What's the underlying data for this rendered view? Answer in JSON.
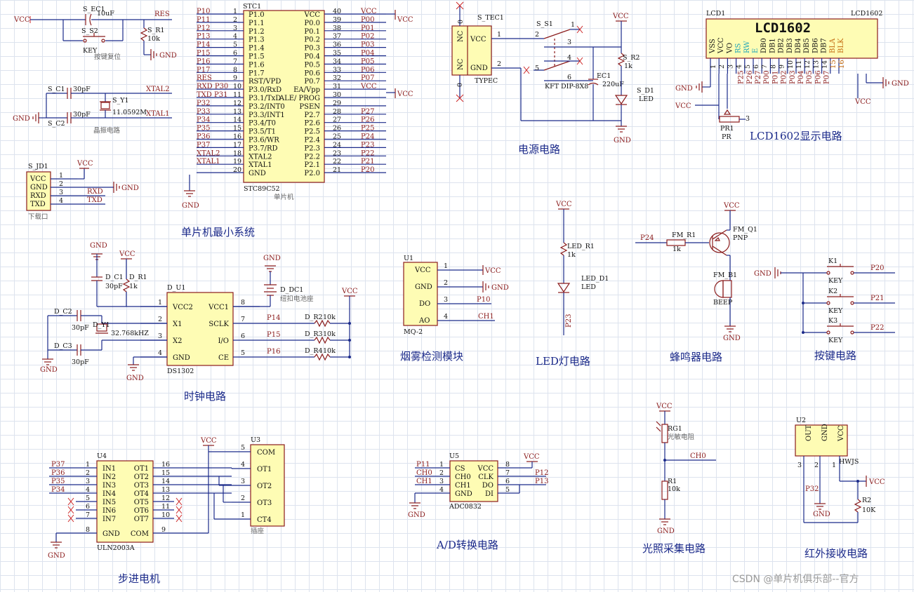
{
  "watermark": "CSDN @单片机俱乐部--官方",
  "titles": {
    "mcu_min": "单片机最小系统",
    "power": "电源电路",
    "lcd": "LCD1602显示电路",
    "clock": "时钟电路",
    "smoke": "烟雾检测模块",
    "led": "LED灯电路",
    "buzzer": "蜂鸣器电路",
    "keys": "按键电路",
    "stepper": "步进电机",
    "adc": "A/D转换电路",
    "light": "光照采集电路",
    "ir": "红外接收电路"
  },
  "reset": {
    "cap": "S_EC1",
    "cap_val": "10uF",
    "res": "S_R1",
    "res_val": "10k",
    "sw": "S_S2",
    "sw_lbl": "KEY",
    "note": "按键复位",
    "net": "RES",
    "vcc": "VCC",
    "gnd": "GND"
  },
  "crystal": {
    "c1": "S_C1",
    "c1_val": "30pF",
    "c2": "S_C2",
    "c2_val": "30pF",
    "y": "S_Y1",
    "y_val": "11.0592M",
    "n1": "XTAL2",
    "n2": "XTAL1",
    "note": "晶振电路",
    "gnd": "GND"
  },
  "header": {
    "ref": "S_JD1",
    "pins": [
      "VCC",
      "GND",
      "RXD",
      "TXD"
    ],
    "nums": [
      "1",
      "2",
      "3",
      "4"
    ],
    "nets": [
      "RXD",
      "TXD"
    ],
    "vcc": "VCC",
    "gnd": "GND",
    "note": "下载口"
  },
  "mcu": {
    "ref": "STC1",
    "part": "STC89C52",
    "note": "单片机",
    "left_pins": [
      "P1.0",
      "P1.1",
      "P1.2",
      "P1.3",
      "P1.4",
      "P1.5",
      "P1.6",
      "P1.7",
      "RST/VPD",
      "P3.0/RxD",
      "P3.1/TxD",
      "P3.2/INT0",
      "P3.3/INT1",
      "P3.4/T0",
      "P3.5/T1",
      "P3.6/WR",
      "P3.7/RD",
      "XTAL2",
      "XTAL1",
      "GND"
    ],
    "left_nums": [
      "1",
      "2",
      "3",
      "4",
      "5",
      "6",
      "7",
      "8",
      "9",
      "10",
      "11",
      "12",
      "13",
      "14",
      "15",
      "16",
      "17",
      "18",
      "19",
      "20"
    ],
    "left_nets": [
      "P10",
      "P11",
      "P12",
      "P13",
      "P14",
      "P15",
      "P16",
      "P17",
      "RES",
      "RXD P30",
      "TXD P31",
      "P32",
      "P33",
      "P34",
      "P35",
      "P36",
      "P37",
      "XTAL2",
      "XTAL1",
      ""
    ],
    "right_pins": [
      "VCC",
      "P0.0",
      "P0.1",
      "P0.2",
      "P0.3",
      "P0.4",
      "P0.5",
      "P0.6",
      "P0.7",
      "EA/Vpp",
      "ALE/ PROG",
      "PSEN",
      "P2.7",
      "P2.6",
      "P2.5",
      "P2.4",
      "P2.3",
      "P2.2",
      "P2.1",
      "P2.0"
    ],
    "right_nums": [
      "40",
      "39",
      "38",
      "37",
      "36",
      "35",
      "34",
      "33",
      "32",
      "31",
      "30",
      "29",
      "28",
      "27",
      "26",
      "25",
      "24",
      "23",
      "22",
      "21"
    ],
    "right_nets": [
      "VCC",
      "P00",
      "P01",
      "P02",
      "P03",
      "P04",
      "P05",
      "P06",
      "P07",
      "VCC",
      "",
      "",
      "P27",
      "P26",
      "P25",
      "P24",
      "P23",
      "P22",
      "P21",
      "P20"
    ],
    "gnd": "GND"
  },
  "power": {
    "conn": "S_TEC1",
    "conn_type": "TYPEC",
    "pin_vcc": "VCC",
    "pin_gnd": "GND",
    "nc": "NC",
    "zero": "0",
    "one": "1",
    "two": "2",
    "sw": "S_S1",
    "sw_nums": [
      "1",
      "2",
      "3",
      "4",
      "5",
      "6"
    ],
    "sw_part": "KFT DIP-8X8",
    "cap": "EC1",
    "cap_val": "220uF",
    "res": "S_R2",
    "res_val": "1k",
    "led": "S_D1",
    "led_lbl": "LED",
    "vcc": "VCC",
    "gnd": "GND"
  },
  "lcd": {
    "ref": "LCD1",
    "part": "LCD1602",
    "title_box": "LCD1602",
    "pins": [
      "VSS",
      "VCC",
      "VO",
      "RS",
      "RW",
      "E",
      "DB0",
      "DB1",
      "DB2",
      "DB3",
      "DB4",
      "DB5",
      "DB6",
      "DB7",
      "BLA",
      "BLK"
    ],
    "nums": [
      "1",
      "2",
      "3",
      "4",
      "5",
      "6",
      "7",
      "8",
      "9",
      "10",
      "11",
      "12",
      "13",
      "14",
      "15",
      "16"
    ],
    "nets": [
      "P25",
      "P26",
      "P27",
      "P00",
      "P01",
      "P02",
      "P03",
      "P04",
      "P05",
      "P06",
      "P07"
    ],
    "pot": "PR1",
    "pot_lbl": "PR",
    "gnd": "GND",
    "vcc": "VCC",
    "gnd2": "GND",
    "vcc2": "VCC"
  },
  "clock": {
    "c1": "D_C1",
    "c1_val": "30pF",
    "r1": "D_R1",
    "r1_val": "1k",
    "c2": "D_C2",
    "c2_val": "30pF",
    "c3": "D_C3",
    "c3_val": "30pF",
    "y": "D_Y1",
    "y_val": "32.768kHZ",
    "u": "D_U1",
    "part": "DS1302",
    "bat": "D_DC1",
    "bat_note": "纽扣电池座",
    "pins_l": [
      "VCC2",
      "X1",
      "X2",
      "GND"
    ],
    "nums_l": [
      "1",
      "2",
      "3",
      "4"
    ],
    "pins_r": [
      "VCC1",
      "SCLK",
      "I/O",
      "CE"
    ],
    "nums_r": [
      "8",
      "7",
      "6",
      "5"
    ],
    "nets": [
      "P14",
      "P15",
      "P16"
    ],
    "rs": [
      "D_R2",
      "D_R3",
      "D_R4"
    ],
    "r_val": "10k",
    "vcc": "VCC",
    "gnd": "GND"
  },
  "smoke": {
    "ref": "U1",
    "part": "MQ-2",
    "pins": [
      "VCC",
      "GND",
      "DO",
      "AO"
    ],
    "nums": [
      "1",
      "2",
      "3",
      "4"
    ],
    "nets": [
      "VCC",
      "GND",
      "P10",
      "CH1"
    ]
  },
  "led": {
    "r": "LED_R1",
    "r_val": "1k",
    "d": "LED_D1",
    "d_lbl": "LED",
    "net": "P23",
    "vcc": "VCC"
  },
  "buzzer": {
    "r": "FM_R1",
    "r_val": "1k",
    "q": "FM_Q1",
    "q_type": "PNP",
    "b": "FM_B1",
    "b_lbl": "BEEP",
    "net": "P24",
    "vcc": "VCC",
    "gnd": "GND"
  },
  "keys": {
    "gnd": "GND",
    "items": [
      {
        "ref": "K1",
        "lbl": "KEY",
        "net": "P20"
      },
      {
        "ref": "K2",
        "lbl": "KEY",
        "net": "P21"
      },
      {
        "ref": "K3",
        "lbl": "KEY",
        "net": "P22"
      }
    ]
  },
  "uln": {
    "ref": "U4",
    "part": "ULN2003A",
    "pins_l": [
      "IN1",
      "IN2",
      "IN3",
      "IN4",
      "IN5",
      "IN6",
      "IN7",
      "GND"
    ],
    "nums_l": [
      "1",
      "2",
      "3",
      "4",
      "5",
      "6",
      "7",
      "8"
    ],
    "pins_r": [
      "OT1",
      "OT2",
      "OT3",
      "OT4",
      "OT5",
      "OT6",
      "OT7",
      "COM"
    ],
    "nums_r": [
      "16",
      "15",
      "14",
      "13",
      "12",
      "11",
      "10",
      "9"
    ],
    "nets": [
      "P37",
      "P36",
      "P35",
      "P34"
    ],
    "gnd": "GND",
    "vcc": "VCC"
  },
  "socket": {
    "ref": "U3",
    "note": "插座",
    "pins": [
      "COM",
      "OT1",
      "OT2",
      "OT3",
      "CT4"
    ],
    "nums": [
      "5",
      "4",
      "3",
      "2",
      "1"
    ]
  },
  "adc": {
    "ref": "U5",
    "part": "ADC0832",
    "pins_l": [
      "CS",
      "CH0",
      "CH1",
      "GND"
    ],
    "nums_l": [
      "1",
      "2",
      "3",
      "4"
    ],
    "pins_r": [
      "VCC",
      "CLK",
      "DO",
      "DI"
    ],
    "nums_r": [
      "8",
      "7",
      "6",
      "5"
    ],
    "nets_l": [
      "P11",
      "CH0",
      "CH1"
    ],
    "nets_r": [
      "P12",
      "P13"
    ],
    "vcc": "VCC",
    "gnd": "GND"
  },
  "light": {
    "rg": "RG1",
    "rg_note": "光敏电阻",
    "r": "R1",
    "r_val": "10k",
    "net": "CH0",
    "vcc": "VCC",
    "gnd": "GND"
  },
  "ir": {
    "ref": "U2",
    "part": "HWJS",
    "pins": [
      "OUT",
      "GND",
      "VCC"
    ],
    "nums": [
      "3",
      "2",
      "1"
    ],
    "net": "P32",
    "r": "R2",
    "r_val": "10K",
    "vcc": "VCC",
    "gnd": "GND"
  }
}
